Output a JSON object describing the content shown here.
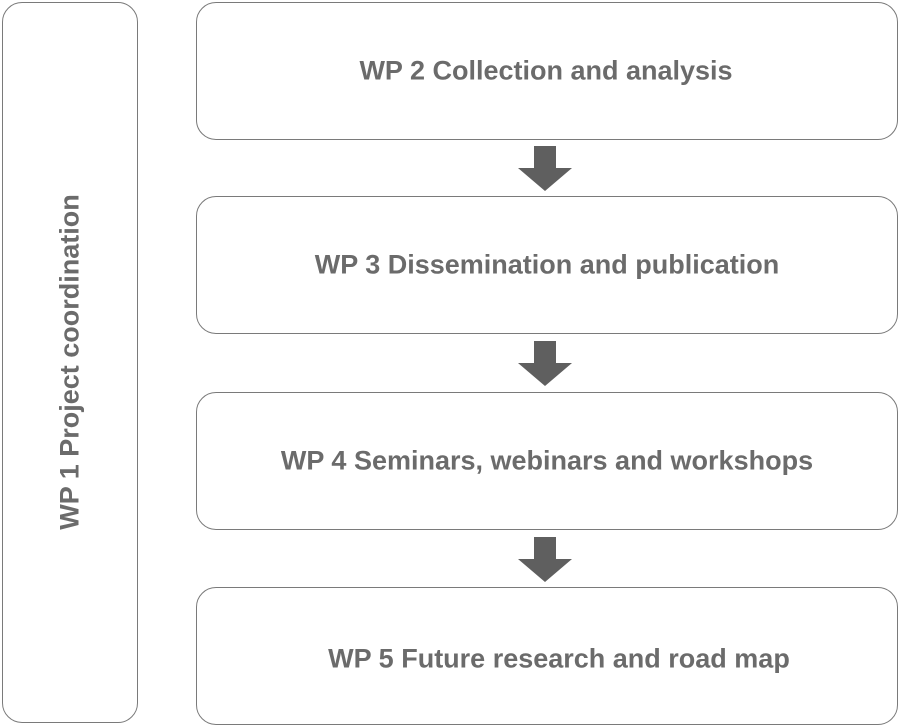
{
  "coordination": {
    "label": "WP 1 Project coordination"
  },
  "work_packages": [
    {
      "label": "WP 2 Collection and analysis"
    },
    {
      "label": "WP 3 Dissemination and publication"
    },
    {
      "label": "WP 4 Seminars, webinars and workshops"
    },
    {
      "label": "WP 5 Future research and road map"
    }
  ],
  "colors": {
    "border": "#7a7a7a",
    "text": "#6b6b6b",
    "arrow": "#5f5f5f"
  },
  "icons": {
    "flow_arrow": "down-arrow-icon"
  }
}
